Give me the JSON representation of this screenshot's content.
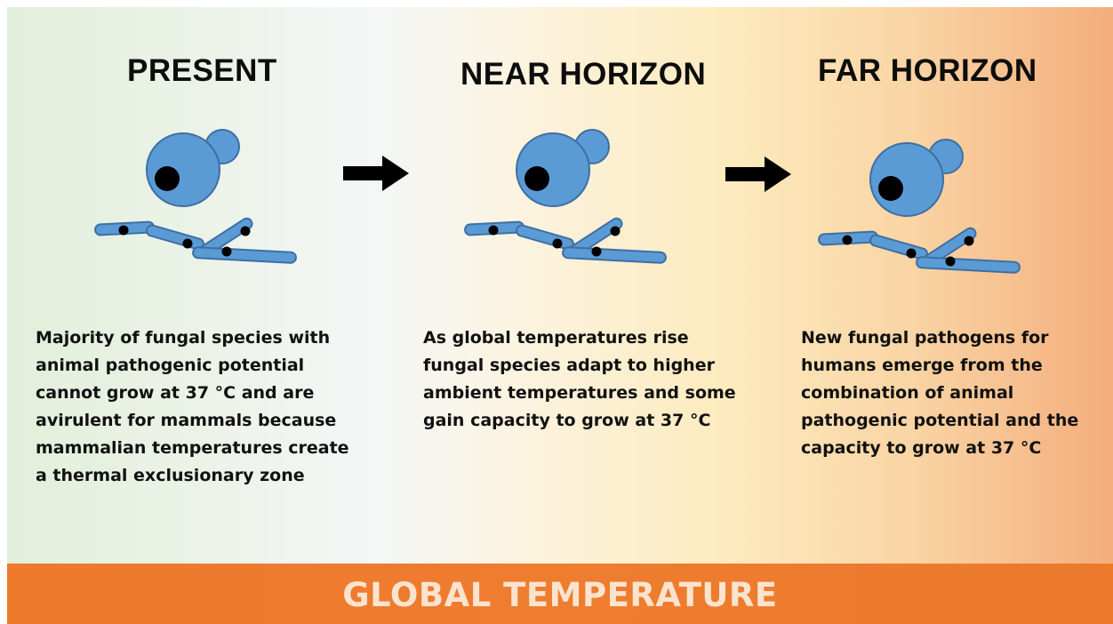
{
  "panels": [
    {
      "heading": "PRESENT",
      "description_lines": [
        "Majority of fungal species with",
        "animal pathogenic potential",
        "cannot grow at 37 °C and are",
        "avirulent for mammals because",
        "mammalian temperatures create",
        "a thermal exclusionary zone"
      ]
    },
    {
      "heading": "NEAR HORIZON",
      "description_lines": [
        "As global temperatures rise",
        "fungal species adapt to higher",
        "ambient temperatures and some",
        "gain capacity to grow at 37 °C"
      ]
    },
    {
      "heading": "FAR HORIZON",
      "description_lines": [
        "New fungal pathogens for",
        "humans emerge from the",
        "combination of animal",
        "pathogenic potential and the",
        "capacity to grow at 37 °C"
      ]
    }
  ],
  "arrows": [
    "right-arrow-icon",
    "right-arrow-icon"
  ],
  "bottom_band": {
    "label": "GLOBAL TEMPERATURE"
  },
  "colors": {
    "cell_fill": "#5b9bd5",
    "cell_stroke": "#3e6fa3",
    "nucleus": "#000000",
    "band": "#ee7a2c",
    "band_text": "#fbe4cf",
    "gradient_left": "#e2efda",
    "gradient_right": "#f4ad7c"
  }
}
